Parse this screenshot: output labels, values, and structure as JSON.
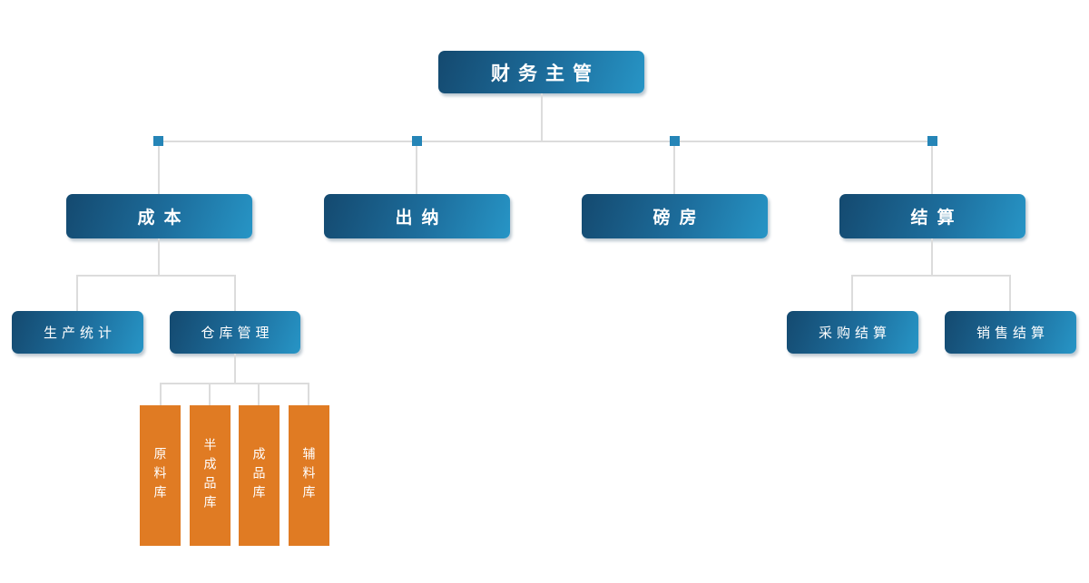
{
  "org": {
    "root": {
      "label": "财务主管"
    },
    "departments": [
      {
        "label": "成本"
      },
      {
        "label": "出纳"
      },
      {
        "label": "磅房"
      },
      {
        "label": "结算"
      }
    ],
    "cost_children": [
      {
        "label": "生产统计"
      },
      {
        "label": "仓库管理"
      }
    ],
    "warehouse_children": [
      {
        "label": "原料库"
      },
      {
        "label": "半成品库"
      },
      {
        "label": "成品库"
      },
      {
        "label": "辅料库"
      }
    ],
    "settlement_children": [
      {
        "label": "采购结算"
      },
      {
        "label": "销售结算"
      }
    ],
    "colors": {
      "node_gradient_dark": "#14496f",
      "node_gradient_light": "#2795c6",
      "warehouse_orange": "#e07b23",
      "connector_gray": "#dcdcdc",
      "junction_blue": "#2585b7",
      "label_text": "#ffffff",
      "background": "#ffffff"
    }
  }
}
